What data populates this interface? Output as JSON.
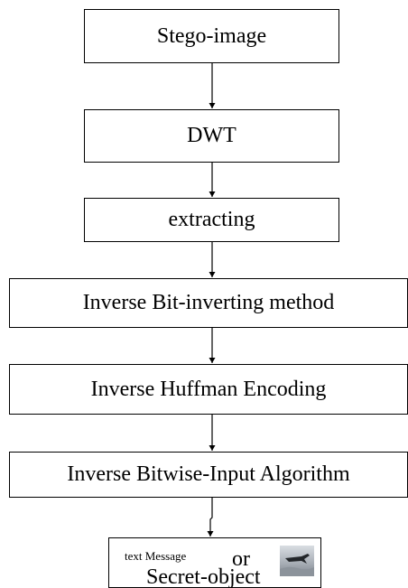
{
  "flow": {
    "step1": "Stego-image",
    "step2": "DWT",
    "step3": "extracting",
    "step4": "Inverse Bit-inverting method",
    "step5": "Inverse Huffman Encoding",
    "step6": "Inverse Bitwise-Input Algorithm"
  },
  "output": {
    "text_message": "text Message",
    "or": "or",
    "secret_object": "Secret-object"
  }
}
